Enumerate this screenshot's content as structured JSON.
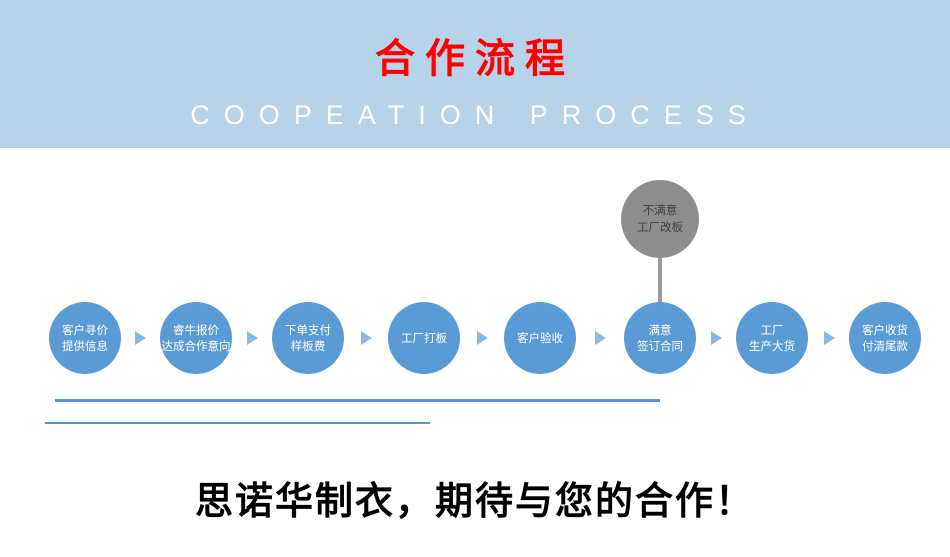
{
  "banner": {
    "title": "合作流程",
    "subtitle": "COOPEATION PROCESS",
    "bg_color": "#b7d3ea",
    "title_color": "#fe0000",
    "subtitle_color": "#ffffff"
  },
  "flow": {
    "node_color": "#5b9bd5",
    "branch_node_color": "#8d8d8d",
    "arrow_color": "#8cb9e4",
    "underline_color": "#4f95d8",
    "steps": [
      {
        "label_line1": "客户寻价",
        "label_line2": "提供信息"
      },
      {
        "label_line1": "睿牛报价",
        "label_line2": "达成合作意向"
      },
      {
        "label_line1": "下单支付",
        "label_line2": "样板费"
      },
      {
        "label_line1": "工厂打板",
        "label_line2": ""
      },
      {
        "label_line1": "客户验收",
        "label_line2": ""
      },
      {
        "label_line1": "满意",
        "label_line2": "签订合同"
      },
      {
        "label_line1": "工厂",
        "label_line2": "生产大货"
      },
      {
        "label_line1": "客户收货",
        "label_line2": "付清尾款"
      }
    ],
    "branch": {
      "label_line1": "不满意",
      "label_line2": "工厂改板"
    }
  },
  "footer": {
    "slogan": "思诺华制衣，期待与您的合作！"
  }
}
